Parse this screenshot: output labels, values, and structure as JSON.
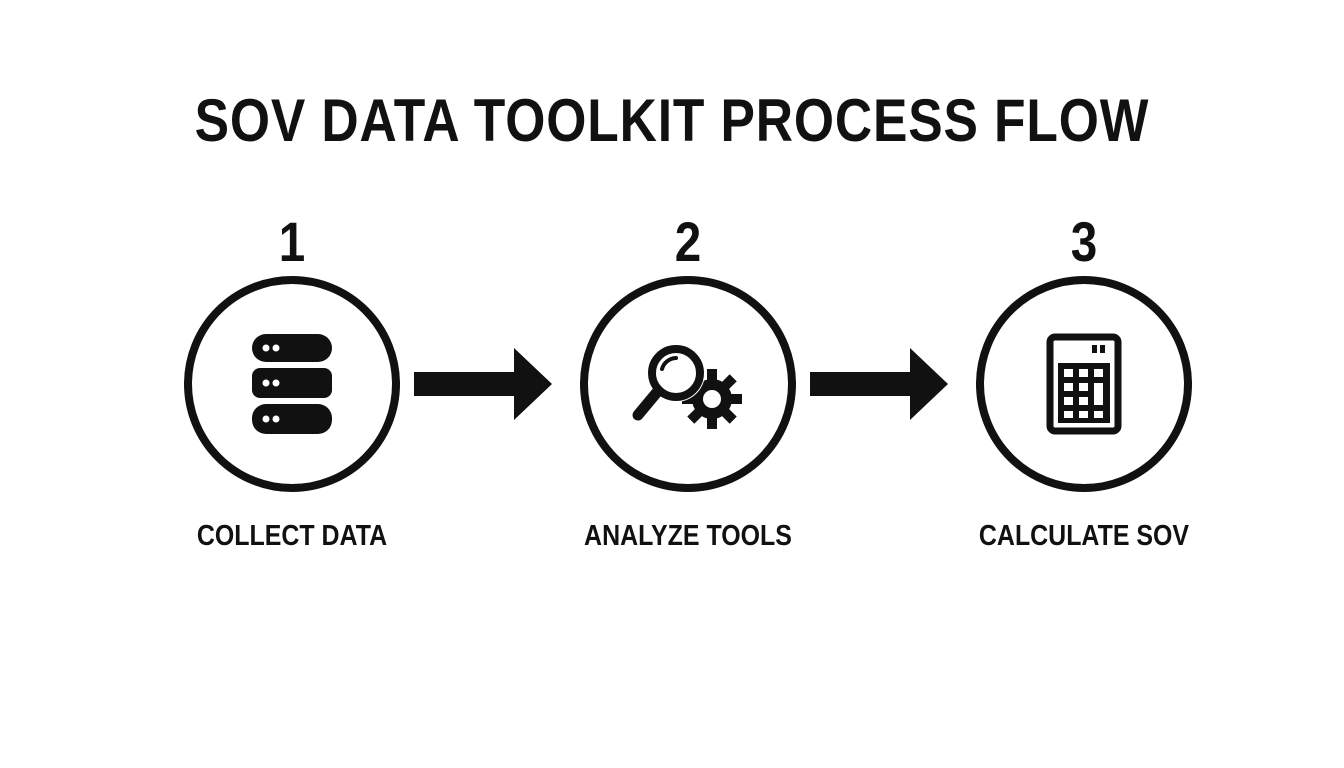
{
  "title": "SOV DATA TOOLKIT PROCESS FLOW",
  "steps": [
    {
      "number": "1",
      "label": "COLLECT DATA",
      "icon": "database-icon"
    },
    {
      "number": "2",
      "label": "ANALYZE TOOLS",
      "icon": "magnifier-gear-icon"
    },
    {
      "number": "3",
      "label": "CALCULATE SOV",
      "icon": "calculator-icon"
    }
  ],
  "colors": {
    "ink": "#111111",
    "background": "#ffffff"
  }
}
